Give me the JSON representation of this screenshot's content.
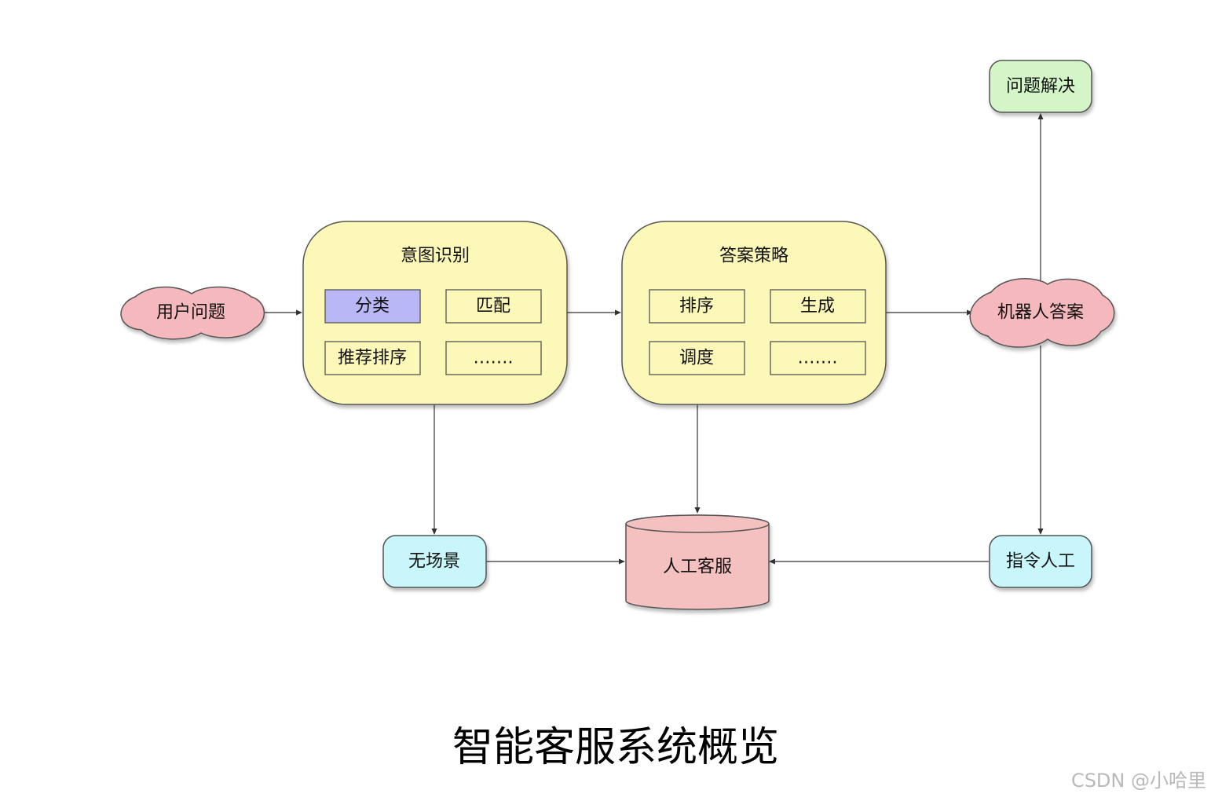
{
  "nodes": {
    "user_question": "用户问题",
    "intent_panel": {
      "title": "意图识别",
      "cells": [
        "分类",
        "匹配",
        "推荐排序",
        "……."
      ]
    },
    "answer_panel": {
      "title": "答案策略",
      "cells": [
        "排序",
        "生成",
        "调度",
        "……."
      ]
    },
    "robot_answer": "机器人答案",
    "problem_solved": "问题解决",
    "no_scene": "无场景",
    "human_service": "人工客服",
    "command_human": "指令人工"
  },
  "caption": "智能客服系统概览",
  "watermark": "CSDN @小哈里",
  "colors": {
    "cloud": "#f5b9bd",
    "panel": "#fcf8b8",
    "highlight_cell": "#b9b7f5",
    "green_node": "#d4f5c8",
    "cyan_node": "#c8f6fb",
    "cylinder": "#f5c0c0"
  }
}
